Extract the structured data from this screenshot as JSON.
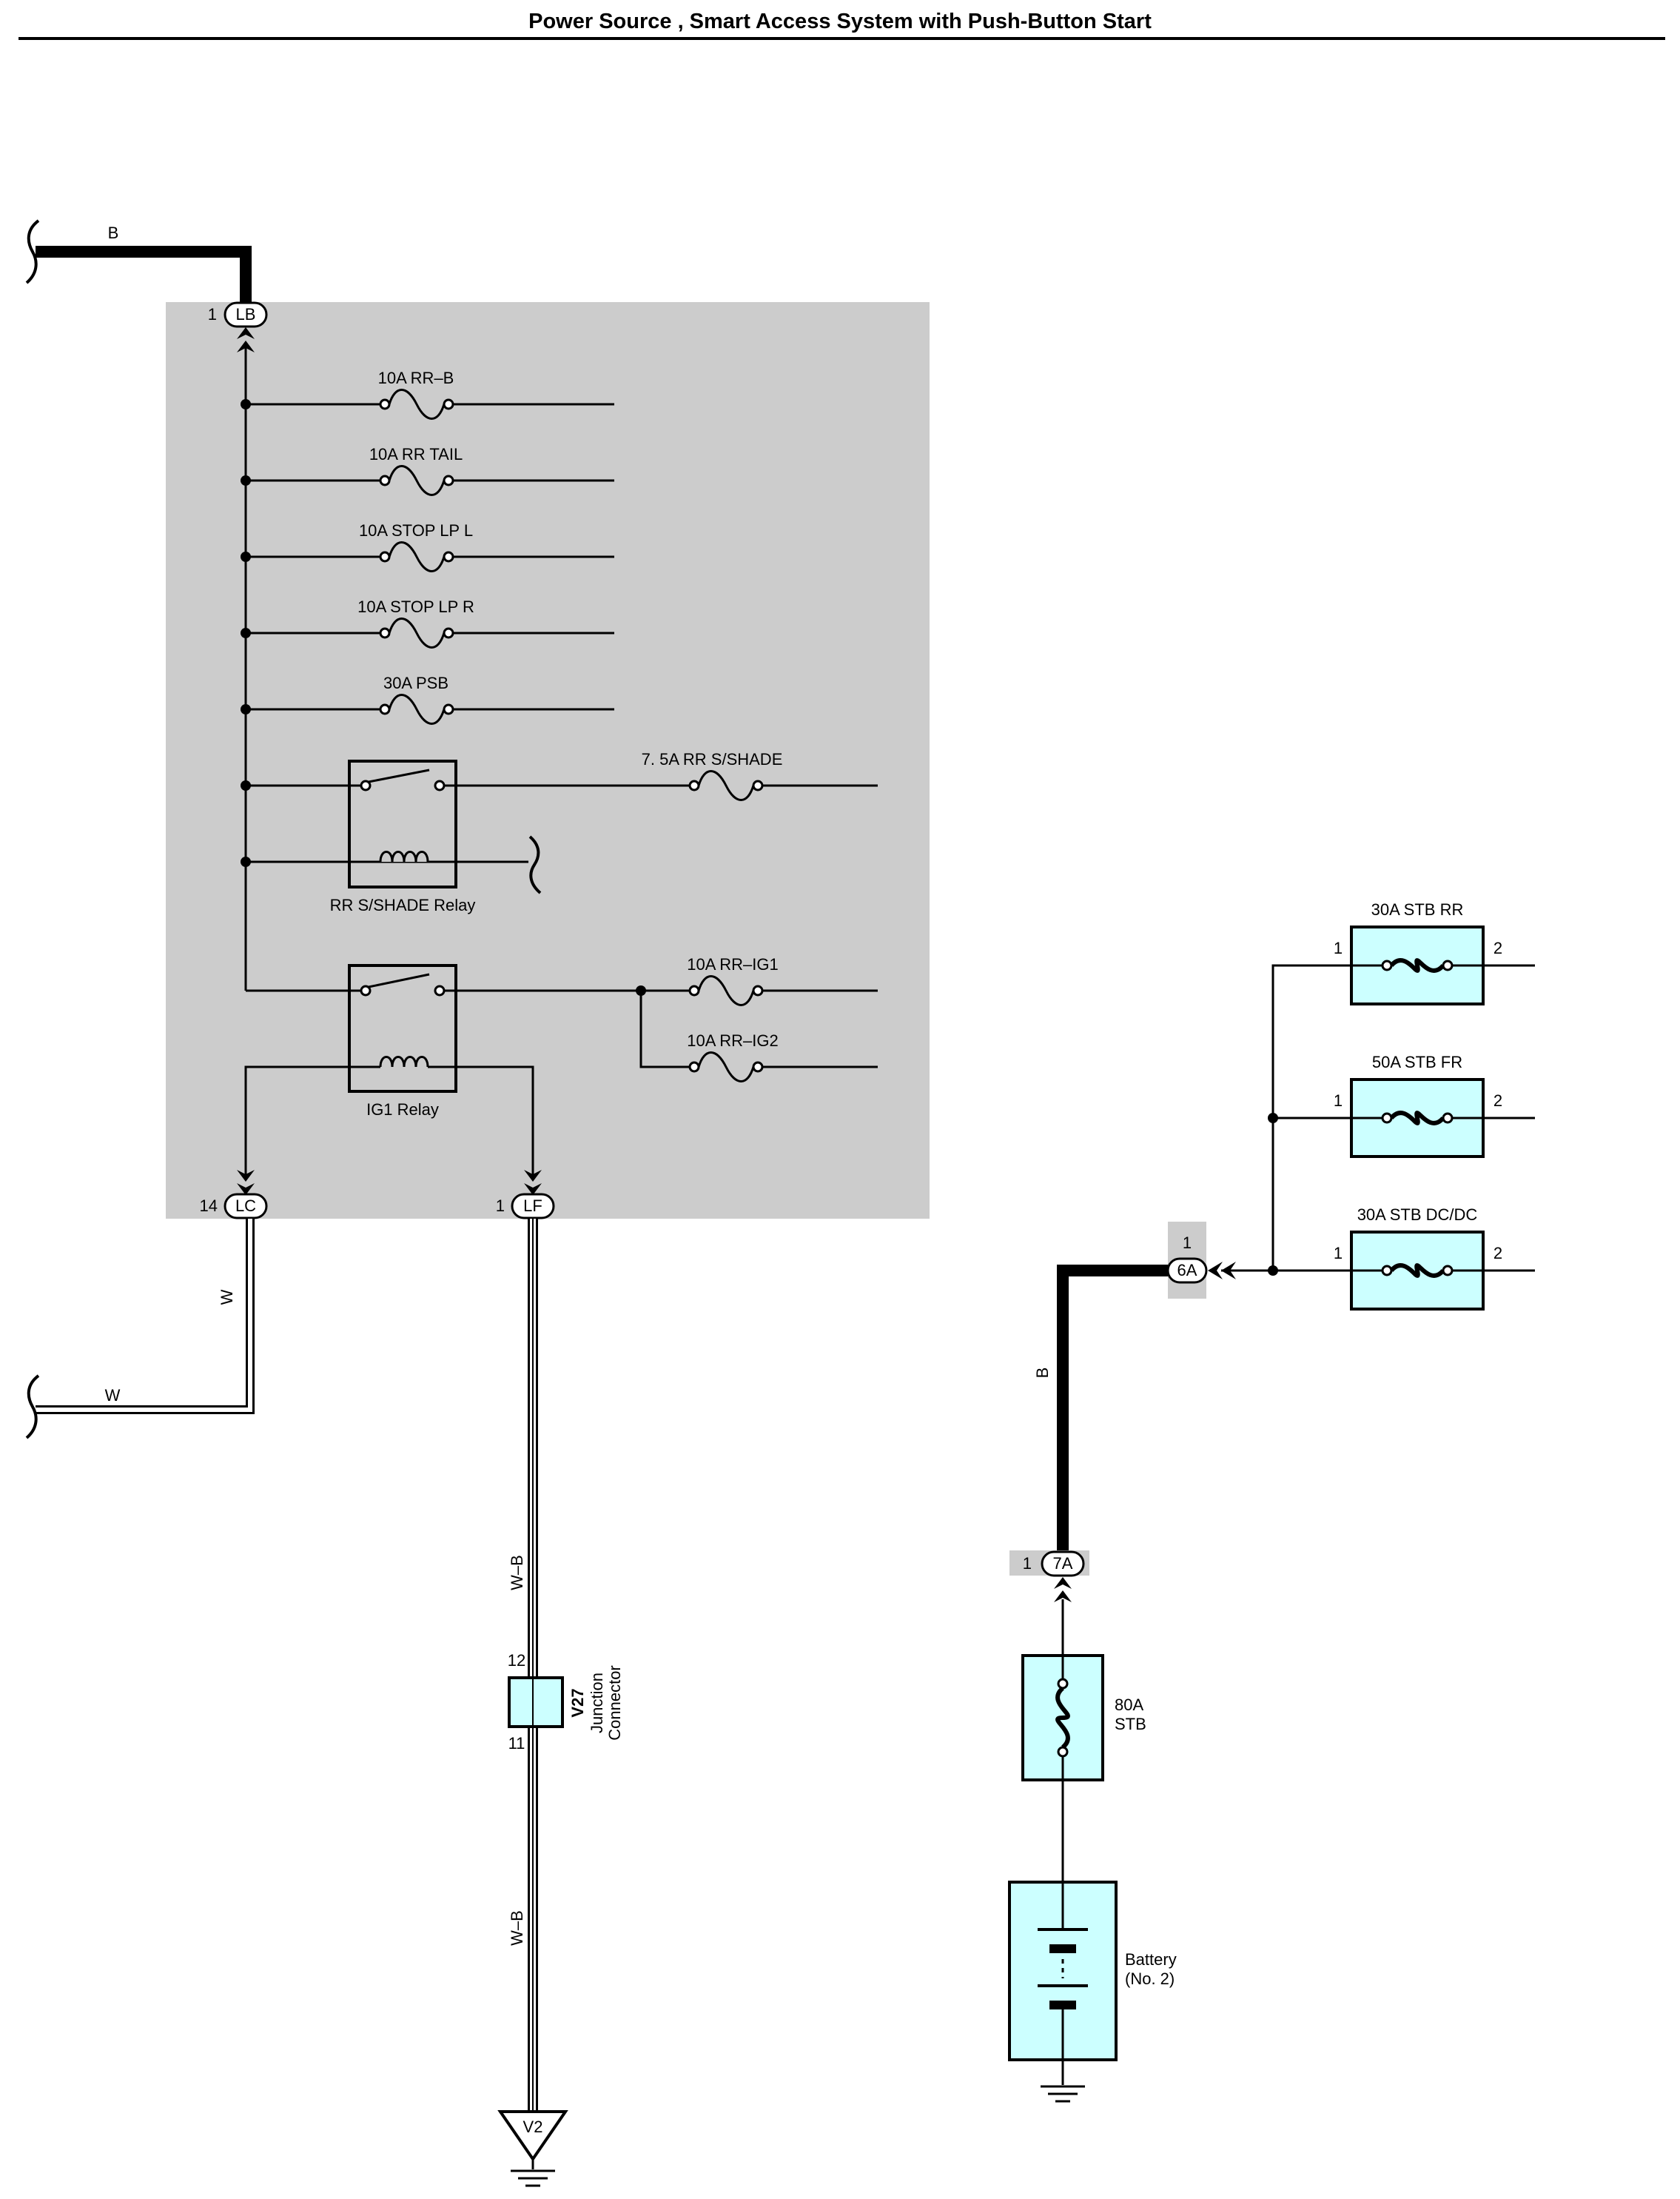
{
  "title": "Power Source , Smart Access System with Push-Button Start",
  "colors": {
    "panel": "#cccccc",
    "component_fill": "#ccffff",
    "line": "#000000",
    "connector_tab": "#cccccc"
  },
  "wires": {
    "top_left": "B",
    "lc_vertical": "W",
    "lc_horizontal": "W",
    "lf_upper": "W–B",
    "lf_lower": "W–B",
    "battery_feed": "B"
  },
  "connectors": {
    "lb": {
      "pin": "1",
      "name": "LB"
    },
    "lc": {
      "pin": "14",
      "name": "LC"
    },
    "lf": {
      "pin": "1",
      "name": "LF"
    },
    "c6a": {
      "pin": "1",
      "name": "6A"
    },
    "c7a": {
      "pin": "1",
      "name": "7A"
    }
  },
  "fuses_left": [
    {
      "label": "10A RR–B"
    },
    {
      "label": "10A RR TAIL"
    },
    {
      "label": "10A STOP LP L"
    },
    {
      "label": "10A STOP LP R"
    },
    {
      "label": "30A PSB"
    }
  ],
  "shade_fuse": "7. 5A RR S/SHADE",
  "relays": {
    "shade": "RR S/SHADE Relay",
    "ig1": "IG1 Relay"
  },
  "ig_fuses": [
    "10A RR–IG1",
    "10A RR–IG2"
  ],
  "junction": {
    "pin_top": "12",
    "pin_bottom": "11",
    "code": "V27",
    "name_line1": "Junction",
    "name_line2": "Connector"
  },
  "ground_left": "V2",
  "stb_fuses": [
    {
      "label": "30A STB RR",
      "pin_in": "1",
      "pin_out": "2"
    },
    {
      "label": "50A STB FR",
      "pin_in": "1",
      "pin_out": "2"
    },
    {
      "label": "30A STB DC/DC",
      "pin_in": "1",
      "pin_out": "2"
    }
  ],
  "main_fuse": {
    "line1": "80A",
    "line2": "STB"
  },
  "battery": {
    "line1": "Battery",
    "line2": "(No. 2)"
  }
}
